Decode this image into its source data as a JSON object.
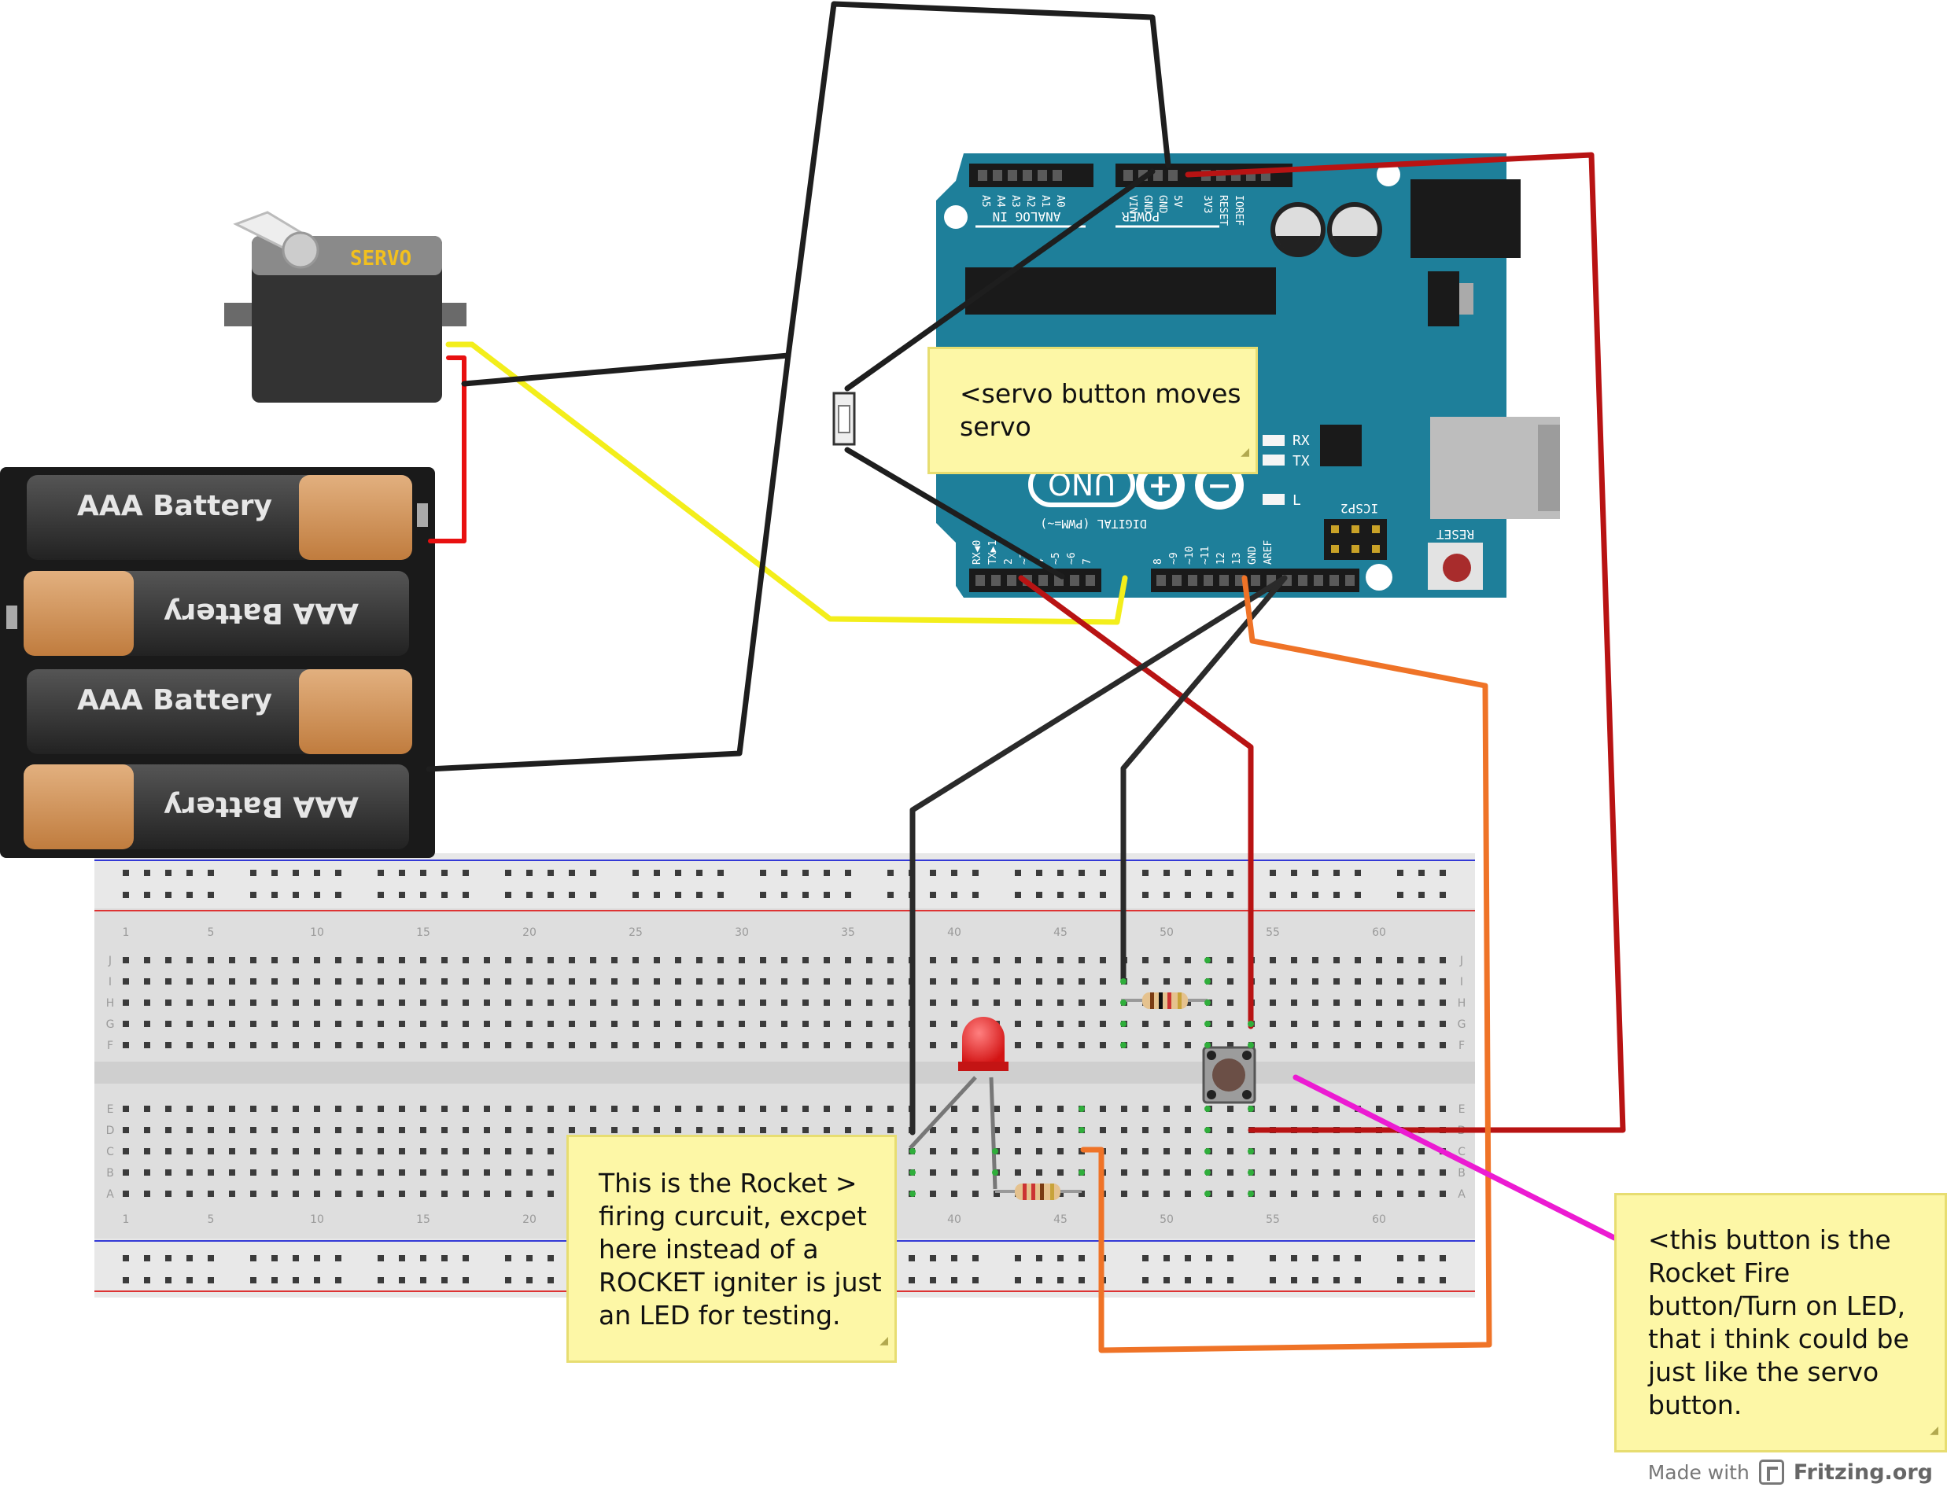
{
  "batteries": {
    "cell_label": "AAA Battery"
  },
  "servo": {
    "label": "SERVO"
  },
  "arduino": {
    "top_header_labels": [
      "A5",
      "A4",
      "A3",
      "A2",
      "A1",
      "A0",
      "VIN",
      "GND",
      "GND",
      "5V",
      "3V3",
      "RESET",
      "IOREF"
    ],
    "analog_in_label": "ANALOG IN",
    "power_label": "POWER",
    "bottom_header_labels": [
      "RX◀0",
      "TX▶1",
      "2",
      "~3",
      "4",
      "~5",
      "~6",
      "7",
      "8",
      "~9",
      "~10",
      "~11",
      "12",
      "13",
      "GND",
      "AREF"
    ],
    "digital_label": "DIGITAL (PWM=~)",
    "rx_label": "RX",
    "tx_label": "TX",
    "l_label": "L",
    "icsp_label": "ICSP2",
    "reset_label": "RESET",
    "logo_text": "UNO"
  },
  "breadboard": {
    "row_letters_top": [
      "J",
      "I",
      "H",
      "G",
      "F"
    ],
    "row_letters_bottom": [
      "E",
      "D",
      "C",
      "B",
      "A"
    ],
    "column_numbers": [
      "1",
      "5",
      "10",
      "15",
      "20",
      "25",
      "30",
      "35",
      "40",
      "45",
      "50",
      "55",
      "60"
    ]
  },
  "notes": {
    "servo_note": "<servo button moves\nservo",
    "rocket_note": "This is the Rocket >\nfiring curcuit, excpet\nhere instead of a\nROCKET igniter is just\nan LED for testing.",
    "fire_note": "<this button is the\nRocket Fire\nbutton/Turn on LED,\nthat i think could be\njust like the servo\nbutton."
  },
  "footer": {
    "made_with": "Made with",
    "brand": "Fritzing.org"
  },
  "colors": {
    "wire_black": "#1e1e1e",
    "wire_red": "#b81313",
    "wire_yellow": "#f3ee1b",
    "wire_orange": "#ef7327",
    "wire_pink": "#ec1bd2",
    "arduino_teal": "#1e7f9a",
    "note_yellow": "#fdf7a6"
  }
}
